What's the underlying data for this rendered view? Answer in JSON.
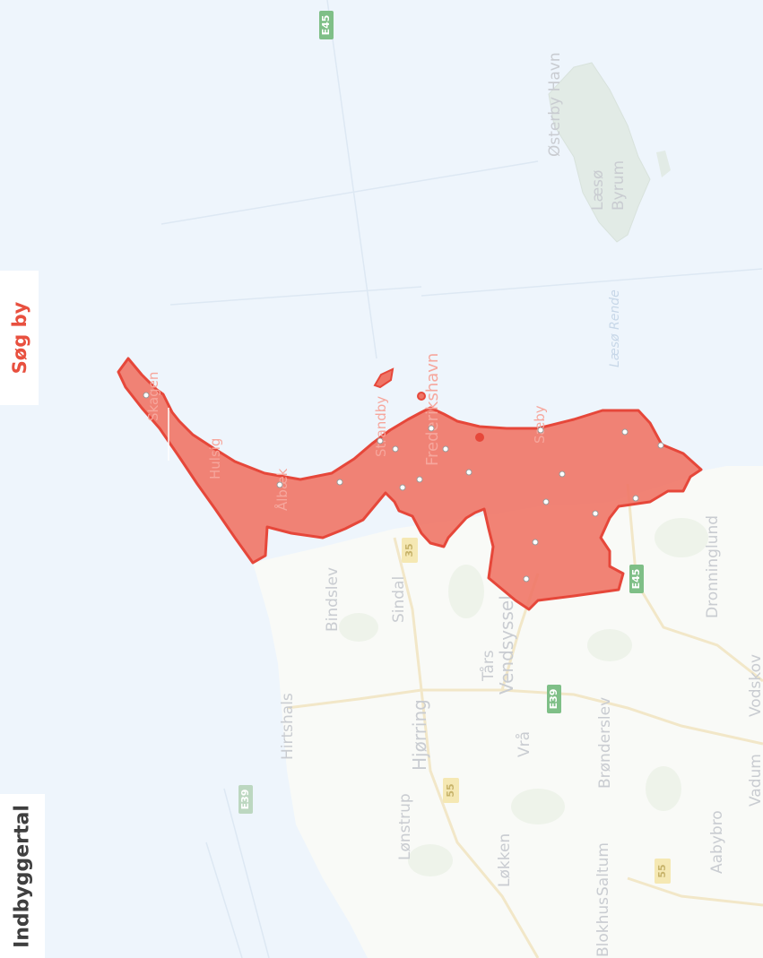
{
  "controls": {
    "search_label": "Søg by",
    "legend_label": "Indbyggertal"
  },
  "map": {
    "region_color": "#ef7566",
    "region_outline": "#e6473a",
    "places": [
      {
        "name": "Østerby Havn"
      },
      {
        "name": "Læsø"
      },
      {
        "name": "Byrum"
      },
      {
        "name": "Læsø Rende"
      },
      {
        "name": "Dronninglund"
      },
      {
        "name": "Vodskov"
      },
      {
        "name": "Vadum"
      },
      {
        "name": "Aabybro"
      },
      {
        "name": "Saltum"
      },
      {
        "name": "Brønderslev"
      },
      {
        "name": "Vrå"
      },
      {
        "name": "Tårs"
      },
      {
        "name": "Vendsyssel"
      },
      {
        "name": "Sindal"
      },
      {
        "name": "Bindslev"
      },
      {
        "name": "Hirtshals"
      },
      {
        "name": "Hjørring"
      },
      {
        "name": "Lønstrup"
      },
      {
        "name": "Løkken"
      },
      {
        "name": "Blokhus"
      },
      {
        "name": "Frederikshavn"
      },
      {
        "name": "Strandby"
      },
      {
        "name": "Ålbæk"
      },
      {
        "name": "Hulsig"
      },
      {
        "name": "Skagen"
      },
      {
        "name": "Sæby"
      }
    ],
    "road_shields": [
      "E45",
      "E45",
      "E39",
      "E39",
      "35",
      "55",
      "55"
    ]
  }
}
